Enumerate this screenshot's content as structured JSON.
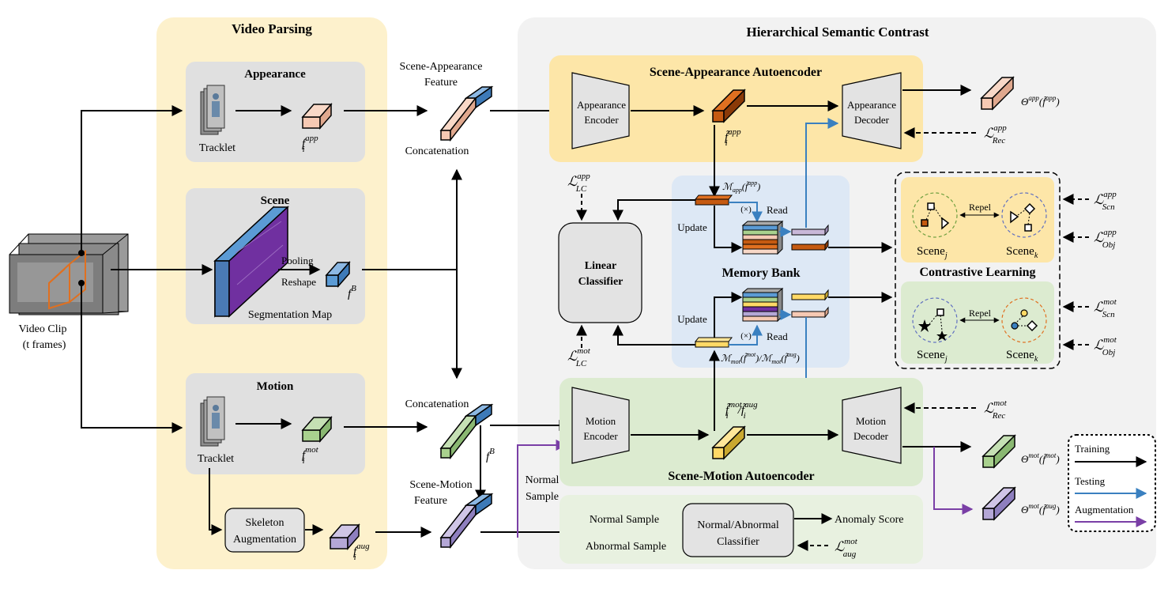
{
  "sections": {
    "video_parsing": "Video Parsing",
    "hsc": "Hierarchical Semantic Contrast",
    "appearance": "Appearance",
    "scene": "Scene",
    "motion": "Motion",
    "scene_app_ae": "Scene-Appearance Autoencoder",
    "scene_mot_ae": "Scene-Motion Autoencoder",
    "memory_bank": "Memory Bank",
    "contrastive": "Contrastive Learning"
  },
  "labels": {
    "video_clip": "Video Clip",
    "t_frames": "(t frames)",
    "tracklet": "Tracklet",
    "segmentation_map": "Segmentation Map",
    "pooling": "Pooling",
    "reshape": "Reshape",
    "skeleton_line1": "Skeleton",
    "skeleton_line2": "Augmentation",
    "scene_app_feature_line1": "Scene-Appearance",
    "scene_app_feature_line2": "Feature",
    "concatenation": "Concatenation",
    "scene_mot_feature_line1": "Scene-Motion",
    "scene_mot_feature_line2": "Feature",
    "app_encoder_line1": "Appearance",
    "app_encoder_line2": "Encoder",
    "app_decoder_line1": "Appearance",
    "app_decoder_line2": "Decoder",
    "mot_encoder_line1": "Motion",
    "mot_encoder_line2": "Encoder",
    "mot_decoder_line1": "Motion",
    "mot_decoder_line2": "Decoder",
    "linear_line1": "Linear",
    "linear_line2": "Classifier",
    "update": "Update",
    "read": "Read",
    "times": "(×)",
    "repel": "Repel",
    "normal_sample": "Normal Sample",
    "abnormal_sample": "Abnormal Sample",
    "normal_sample_line1": "Normal",
    "normal_sample_line2": "Sample",
    "classifier_line1": "Normal/Abnormal",
    "classifier_line2": "Classifier",
    "anomaly_score": "Anomaly Score",
    "scene_j": "Scene",
    "scene_k": "Scene",
    "sub_j": "j",
    "sub_k": "k"
  },
  "math": {
    "f": "f",
    "f_tilde": "f̃",
    "sup_app": "app",
    "sup_mot": "mot",
    "sup_aug": "aug",
    "sup_B": "B",
    "sub_i": "i",
    "L": "ℒ",
    "sub_rec": "Rec",
    "sub_lc": "LC",
    "sub_scn": "Scn",
    "sub_obj": "Obj",
    "sub_aug": "aug",
    "theta_app": "Θ",
    "m_app": "ℳ",
    "m_app_text": "app",
    "slash": "/"
  },
  "legend": {
    "training": "Training",
    "testing": "Testing",
    "augmentation": "Augmentation"
  },
  "colors": {
    "yellow_panel": "#fdf1cc",
    "gray_panel": "#f2f2f2",
    "gray_box": "#e3e3e3",
    "orange_ae": "#fde6a8",
    "green_ae": "#dcebd0",
    "blue_memory": "#dde8f5",
    "testing_arrow": "#3a80c0",
    "aug_arrow": "#7a3fa6",
    "app_feature": "#f6c9b3",
    "scene_feature": "#5b9bd5",
    "mot_feature": "#a9d18e",
    "aug_feature": "#b4a7d6",
    "encoded_app": "#c55a11",
    "encoded_mot": "#ffd966"
  }
}
